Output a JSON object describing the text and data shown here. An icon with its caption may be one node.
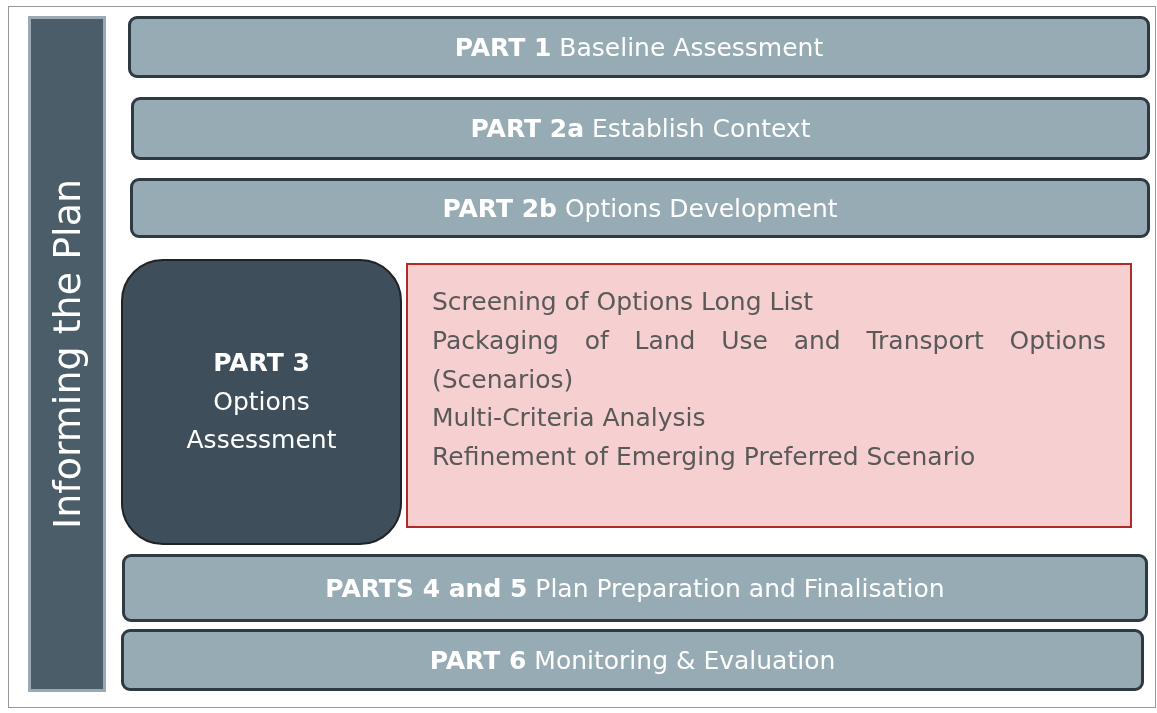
{
  "diagram": {
    "nodes": [
      {
        "text": [
          "Informing the Plan"
        ]
      },
      {
        "text": [
          "**PART 1** Baseline Assessment"
        ]
      },
      {
        "text": [
          "**PART 2a** Establish Context"
        ]
      },
      {
        "text": [
          "**PART 2b** Options Development"
        ]
      },
      {
        "text": [
          "PART 3",
          "Options Assessment"
        ]
      },
      {
        "text": [
          "Screening of Options Long List",
          "Packaging of Land Use and Transport Options (Scenarios)",
          "Multi-Criteria Analysis",
          "Refinement of Emerging Preferred Scenario"
        ]
      },
      {
        "text": [
          "**PARTS 4 and 5** Plan Preparation and Finalisation"
        ]
      },
      {
        "text": [
          "**PART 6** Monitoring & Evaluation"
        ]
      }
    ]
  }
}
